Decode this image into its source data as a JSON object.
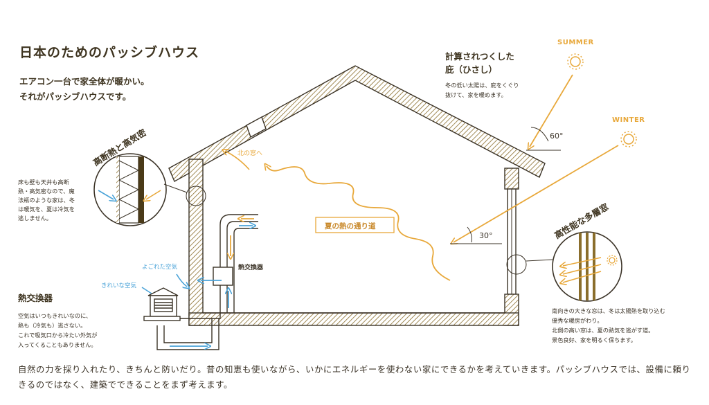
{
  "title": "日本のためのパッシブハウス",
  "subtitle_1": "エアコン一台で家全体が暖かい。",
  "subtitle_2": "それがパッシブハウスです。",
  "eave": {
    "heading_1": "計算されつくした",
    "heading_2": "庇（ひさし）",
    "text_1": "冬の低い太陽は、庇をくぐり",
    "text_2": "抜けて、家を暖めます。"
  },
  "sun": {
    "summer": "SUMMER",
    "winter": "WINTER",
    "summer_angle": "60°",
    "winter_angle": "30°"
  },
  "insulation": {
    "heading": "高断熱と高気密",
    "text_1": "床も壁も天井も高断",
    "text_2": "熱・高気密なので、魔",
    "text_3": "法瓶のような家は、冬",
    "text_4": "は暖気を、夏は冷気を",
    "text_5": "逃しません。"
  },
  "airflow": {
    "north_window": "北の窓へ",
    "summer_heat_path": "夏の熱の通り道"
  },
  "ventilation": {
    "exchanger_label": "熱交換器",
    "dirty_air": "よごれた空気",
    "clean_air": "きれいな空気",
    "heading": "熱交換器",
    "text_1": "空気はいつもきれいなのに、",
    "text_2": "熱も（冷気も）逃さない。",
    "text_3": "これで吸気口から冷たい外気が",
    "text_4": "入ってくることもありません。"
  },
  "window": {
    "heading": "高性能な多層窓",
    "text_1": "南向きの大きな窓は、冬は太陽熱を取り込む",
    "text_2": "優秀な暖房がわり。",
    "text_3": "北側の高い窓は、夏の熱気を逃がす道。",
    "text_4": "景色良好、家を明るく保ちます。"
  },
  "footer": "自然の力を採り入れたり、きちんと防いだり。昔の知恵も使いながら、いかにエネルギーを使わない家にできるかを考えていきます。パッシブハウスでは、設備に頼りきるのではなく、建築でできることをまず考えます。",
  "colors": {
    "wall": "#8a6e2c",
    "ink": "#3a3226",
    "sun": "#e8a83a",
    "cold_air": "#4aa3d8"
  }
}
